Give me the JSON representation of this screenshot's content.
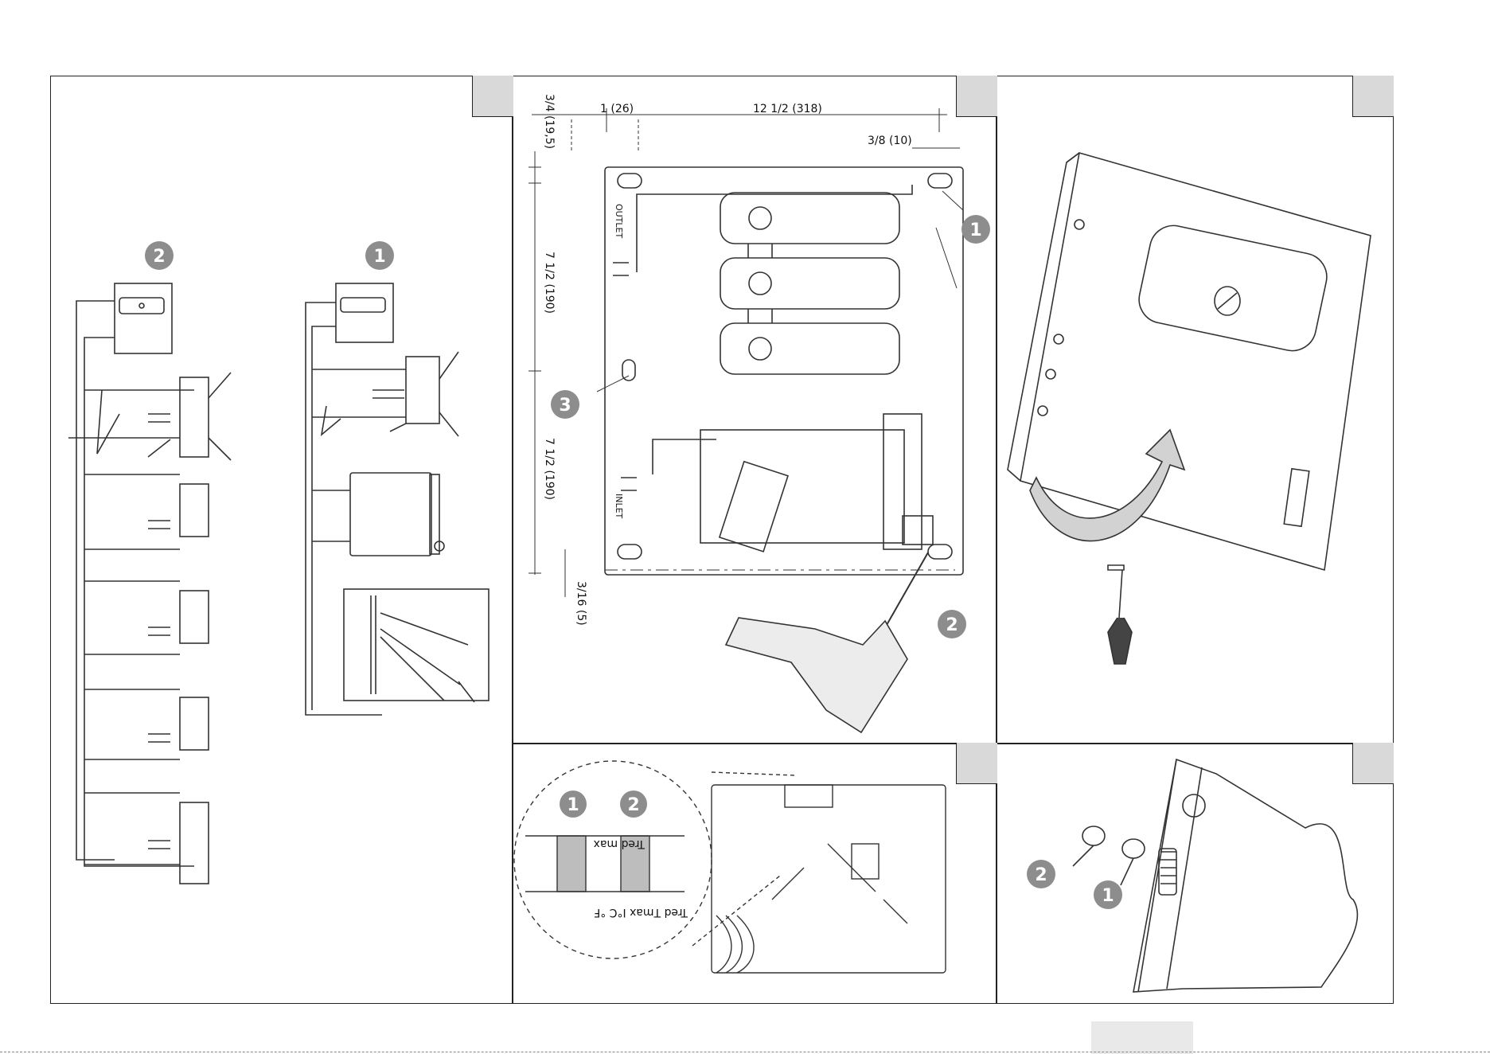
{
  "panels": {
    "p1": {
      "callout_a": "2",
      "callout_b": "1"
    },
    "p2": {
      "dim_top_left": "1 (26)",
      "dim_top_span": "12 1/2 (318)",
      "dim_side_top": "3/4 (19,5)",
      "dim_right_small": "3/8 (10)",
      "dim_side_mid1": "7 1/2 (190)",
      "dim_side_mid2": "7 1/2 (190)",
      "dim_bottom": "3/16 (5)",
      "label_outlet": "OUTLET",
      "label_inlet": "INLET",
      "callouts": [
        "1",
        "2",
        "3"
      ]
    },
    "p3": {
      "callouts": []
    },
    "p4": {
      "callouts": [
        "1",
        "2"
      ],
      "text_line1": "Tred max",
      "text_line2": "Tred Tmax I°C °F"
    },
    "p5": {
      "callouts": [
        "2",
        "1"
      ]
    }
  }
}
